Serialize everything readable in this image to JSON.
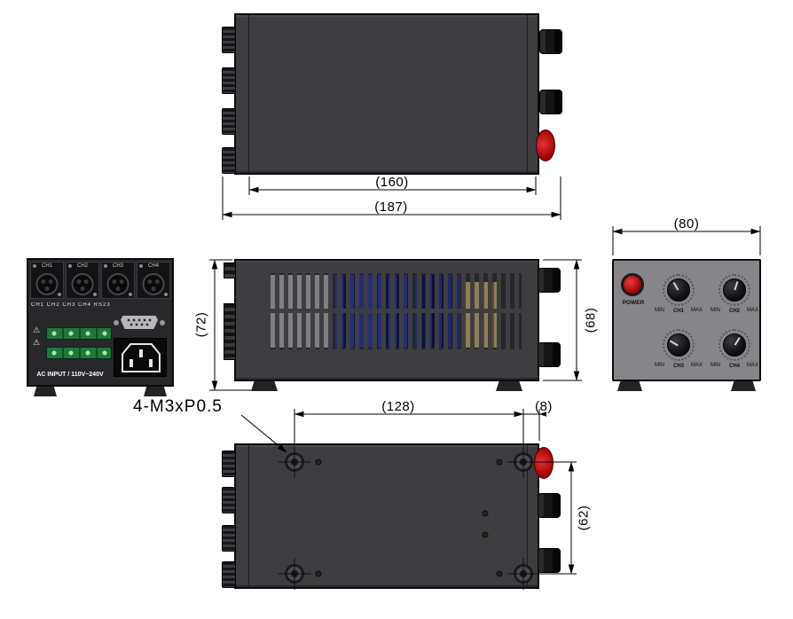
{
  "dims": {
    "top_inner": "(160)",
    "top_outer": "(187)",
    "front_width": "(80)",
    "side_overall": "(72)",
    "side_body": "(68)",
    "bottom_hole_span": "(128)",
    "bottom_hole_edge": "(8)",
    "bottom_hole_vert": "(62)",
    "screw_callout": "4-M3xP0.5"
  },
  "rear": {
    "xlr_labels": [
      "CH1",
      "CH2",
      "CH3",
      "CH4"
    ],
    "spec_line": "CH1 CH2 CH3 CH4 RS232",
    "ac_input_label": "AC INPUT / 110V~240V"
  },
  "front": {
    "power_label": "POWER",
    "knobs": [
      {
        "ch": "CH1",
        "min": "MIN",
        "max": "MAX"
      },
      {
        "ch": "CH2",
        "min": "MIN",
        "max": "MAX"
      },
      {
        "ch": "CH3",
        "min": "MIN",
        "max": "MAX"
      },
      {
        "ch": "CH4",
        "min": "MIN",
        "max": "MAX"
      }
    ]
  }
}
